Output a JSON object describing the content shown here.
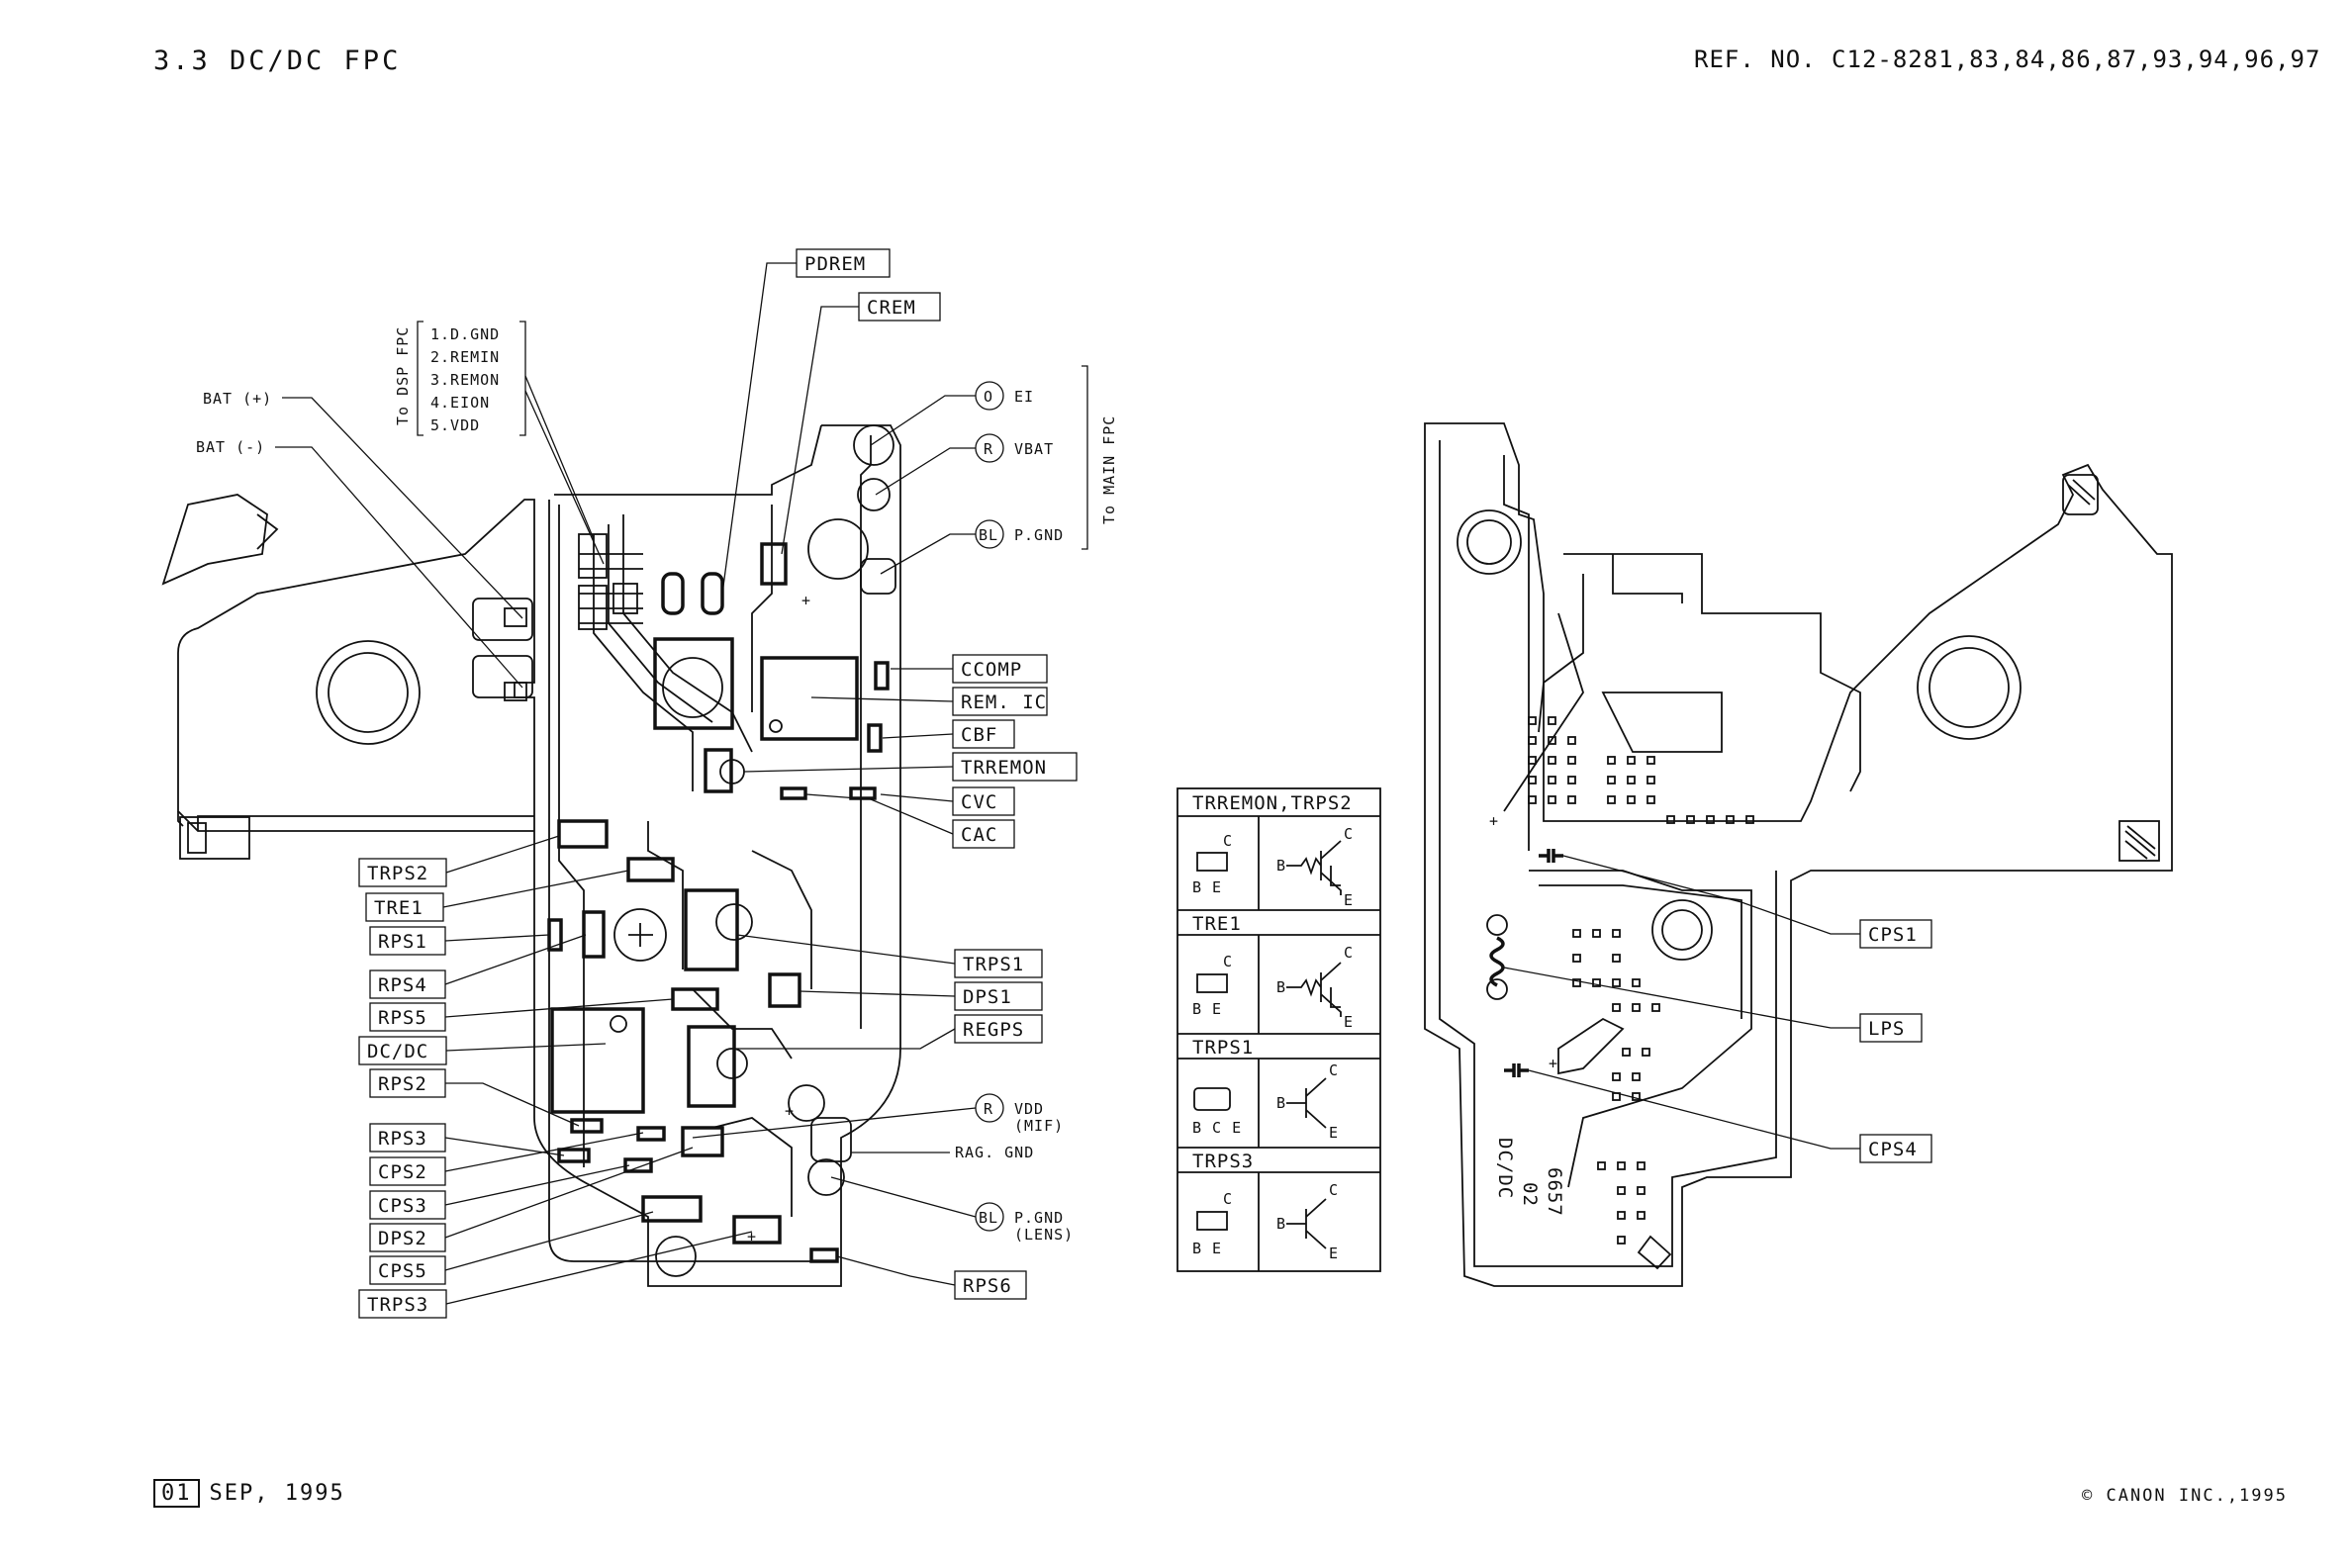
{
  "header": {
    "section": "3.3 DC/DC FPC",
    "ref_no": "REF. NO. C12-8281,83,84,86,87,93,94,96,97"
  },
  "footer": {
    "rev": "01",
    "date": "SEP, 1995",
    "copyright": "© CANON INC.,1995"
  },
  "left_board": {
    "dsp_connector_title": "To DSP FPC",
    "dsp_pins": [
      "1.D.GND",
      "2.REMIN",
      "3.REMON",
      "4.EION",
      "5.VDD"
    ],
    "main_connector_title": "To MAIN FPC",
    "bat_plus": "BAT (+)",
    "bat_minus": "BAT (-)",
    "circle_labels": [
      {
        "mark": "O",
        "text": "EI"
      },
      {
        "mark": "R",
        "text": "VBAT"
      },
      {
        "mark": "BL",
        "text": "P.GND"
      },
      {
        "mark": "R",
        "text": "VDD",
        "sub": "(MIF)"
      },
      {
        "mark": "BL",
        "text": "P.GND",
        "sub": "(LENS)"
      }
    ],
    "rag_gnd": "RAG. GND",
    "top_labels": [
      "PDREM",
      "CREM"
    ],
    "right_labels": [
      "CCOMP",
      "REM. IC",
      "CBF",
      "TRREMON",
      "CVC",
      "CAC",
      "TRPS1",
      "DPS1",
      "REGPS",
      "RPS6"
    ],
    "left_labels": [
      "TRPS2",
      "TRE1",
      "RPS1",
      "RPS4",
      "RPS5",
      "DC/DC",
      "RPS2",
      "RPS3",
      "CPS2",
      "CPS3",
      "DPS2",
      "CPS5",
      "TRPS3"
    ]
  },
  "legend": {
    "sections": [
      {
        "title": "TRREMON,TRPS2",
        "pins": "B E",
        "top_pin": "C"
      },
      {
        "title": "TRE1",
        "pins": "B E",
        "top_pin": "C"
      },
      {
        "title": "TRPS1",
        "pins": "B C E",
        "top_pin": ""
      },
      {
        "title": "TRPS3",
        "pins": "B E",
        "top_pin": "C"
      }
    ]
  },
  "right_board": {
    "labels": [
      "CPS1",
      "LPS",
      "CPS4"
    ],
    "silkscreen": [
      "6657",
      "02",
      "DC/DC"
    ]
  }
}
